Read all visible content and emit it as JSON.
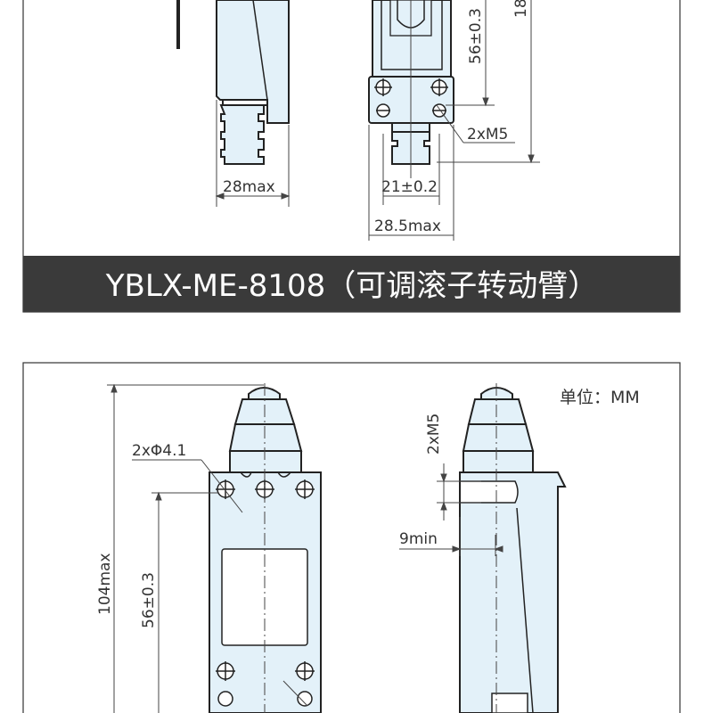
{
  "top_drawing": {
    "dim_56": "56±0.3",
    "dim_18": "18",
    "dim_2xM5": "2xM5",
    "dim_28max": "28max",
    "dim_21": "21±0.2",
    "dim_28_5max": "28.5max"
  },
  "title_bar": {
    "text": "YBLX-ME-8108（可调滚子转动臂）",
    "background": "#3a3a3a",
    "text_color": "#ffffff"
  },
  "bottom_drawing": {
    "unit_label": "单位：MM",
    "dim_2xphi": "2xΦ4.1",
    "dim_104max": "104max",
    "dim_56": "56±0.3",
    "dim_2xM5": "2xM5",
    "dim_9min": "9min"
  },
  "colors": {
    "body_fill": "#e3f1f9",
    "outline": "#222222",
    "dim_line": "#444444"
  }
}
